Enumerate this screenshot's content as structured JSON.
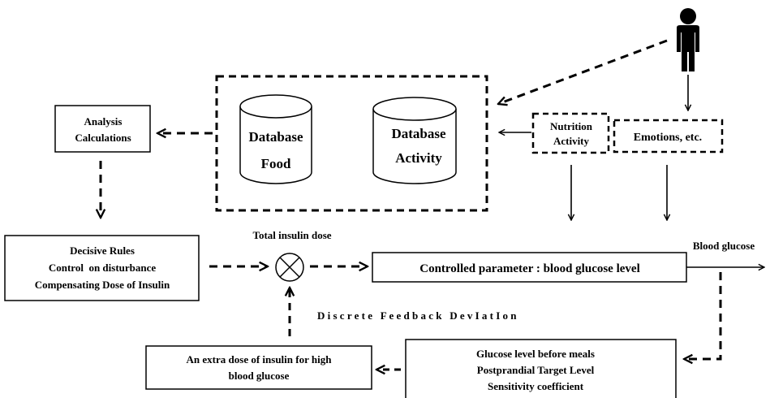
{
  "boxes": {
    "analysis": [
      "Analysis",
      "Calculations"
    ],
    "decisive": [
      "Decisive Rules",
      "Control  on disturbance",
      "Compensating Dose of Insulin"
    ],
    "controlled": "Controlled parameter : blood glucose level",
    "extra_dose": [
      "An extra dose of insulin for high",
      "blood glucose"
    ],
    "glucose_params": [
      "Glucose level before meals",
      "Postprandial Target Level",
      "Sensitivity coefficient"
    ],
    "nutrition": [
      "Nutrition",
      "Activity"
    ],
    "emotions": "Emotions, etc."
  },
  "databases": {
    "food": [
      "Database",
      "Food"
    ],
    "activity": [
      "Database",
      "Activity"
    ]
  },
  "labels": {
    "total_insulin": "Total insulin dose",
    "blood_glucose": "Blood glucose",
    "feedback": "D i s c r e t e   F e e d b a c k   D e v I a t I o n"
  },
  "icons": [
    "person-icon",
    "multiplier-junction-icon"
  ]
}
